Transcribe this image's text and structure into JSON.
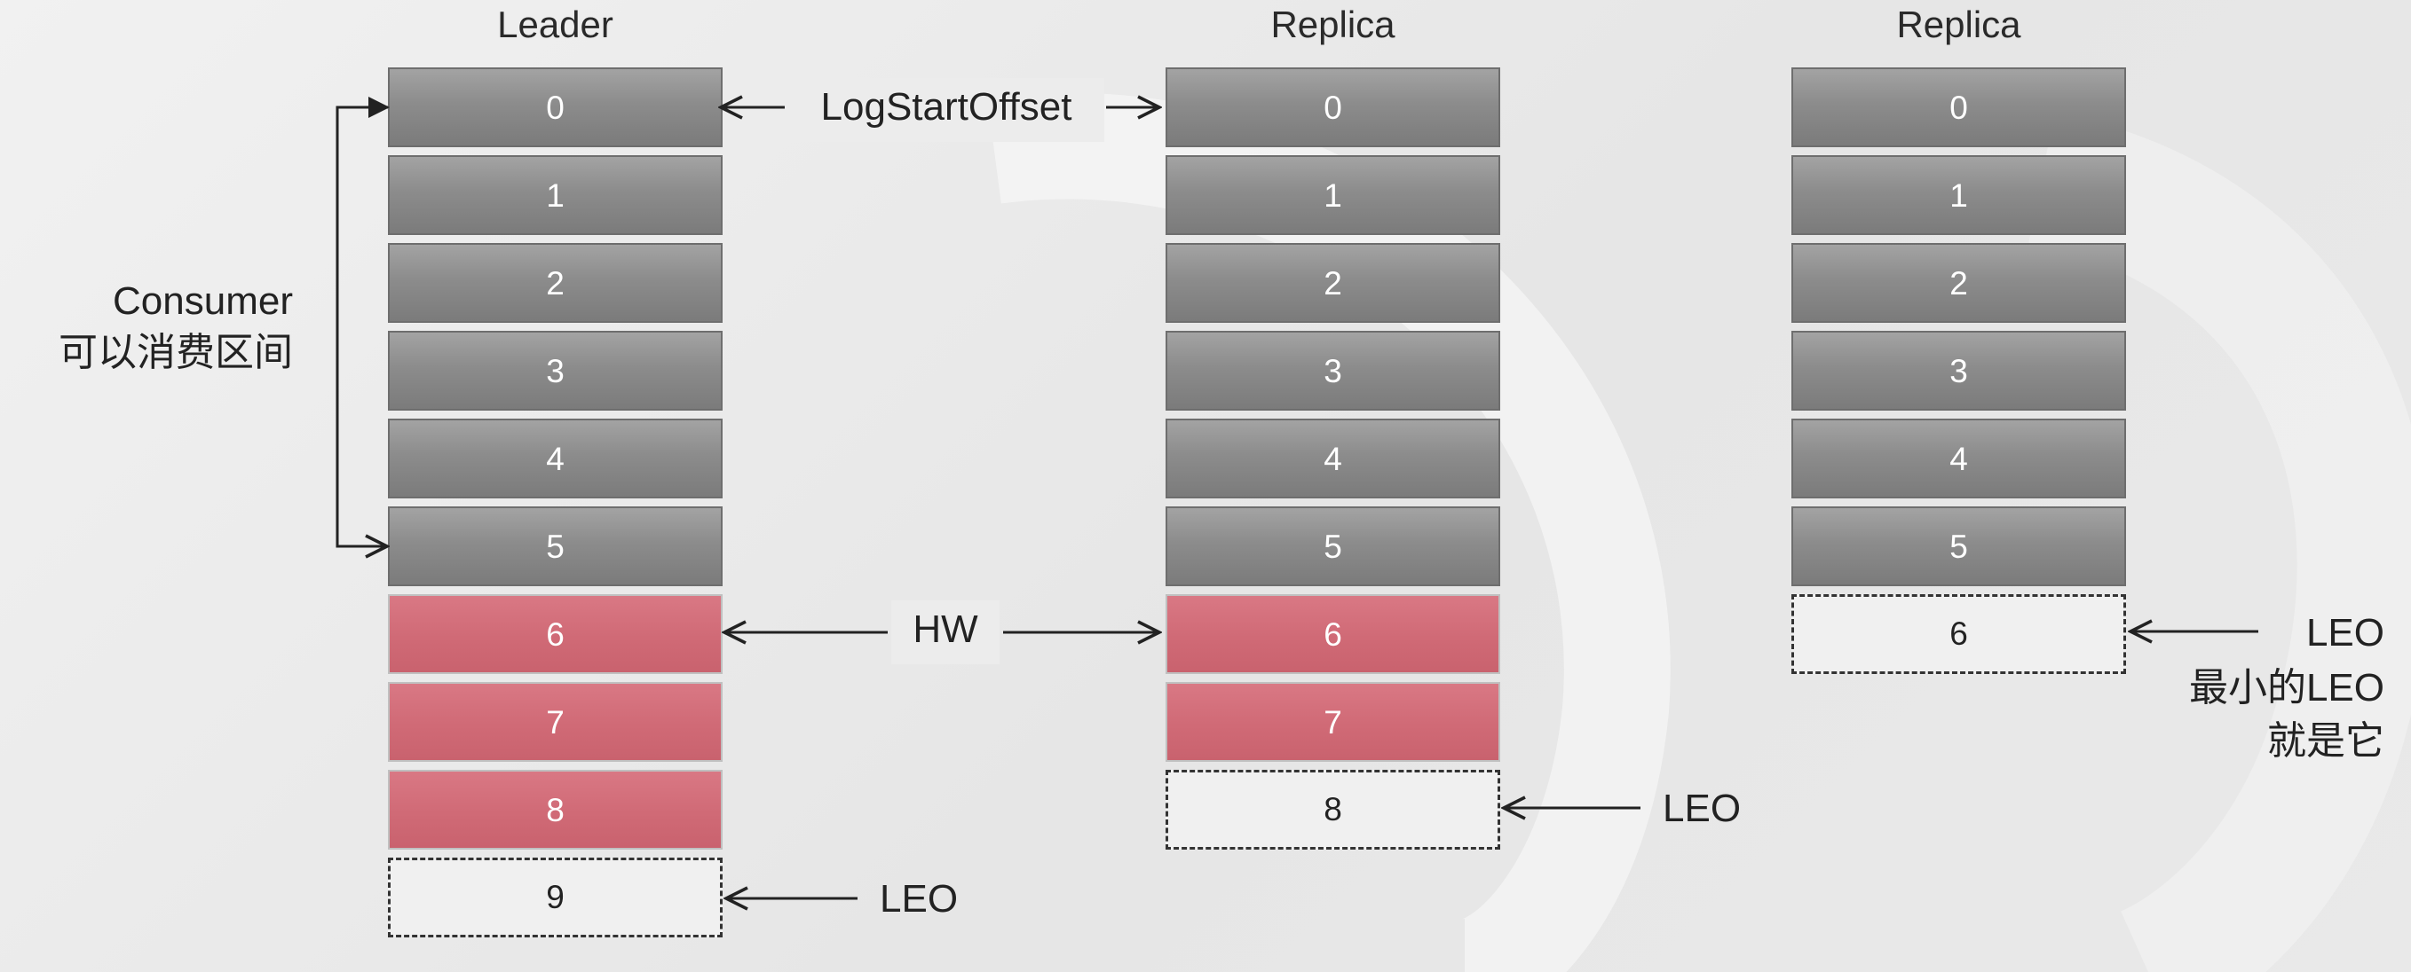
{
  "columns": [
    {
      "title": "Leader",
      "cells": [
        {
          "text": "0",
          "kind": "gray"
        },
        {
          "text": "1",
          "kind": "gray"
        },
        {
          "text": "2",
          "kind": "gray"
        },
        {
          "text": "3",
          "kind": "gray"
        },
        {
          "text": "4",
          "kind": "gray"
        },
        {
          "text": "5",
          "kind": "gray"
        },
        {
          "text": "6",
          "kind": "red"
        },
        {
          "text": "7",
          "kind": "red"
        },
        {
          "text": "8",
          "kind": "red"
        },
        {
          "text": "9",
          "kind": "empty"
        }
      ]
    },
    {
      "title": "Replica",
      "cells": [
        {
          "text": "0",
          "kind": "gray"
        },
        {
          "text": "1",
          "kind": "gray"
        },
        {
          "text": "2",
          "kind": "gray"
        },
        {
          "text": "3",
          "kind": "gray"
        },
        {
          "text": "4",
          "kind": "gray"
        },
        {
          "text": "5",
          "kind": "gray"
        },
        {
          "text": "6",
          "kind": "red"
        },
        {
          "text": "7",
          "kind": "red"
        },
        {
          "text": "8",
          "kind": "empty"
        }
      ]
    },
    {
      "title": "Replica",
      "cells": [
        {
          "text": "0",
          "kind": "gray"
        },
        {
          "text": "1",
          "kind": "gray"
        },
        {
          "text": "2",
          "kind": "gray"
        },
        {
          "text": "3",
          "kind": "gray"
        },
        {
          "text": "4",
          "kind": "gray"
        },
        {
          "text": "5",
          "kind": "gray"
        },
        {
          "text": "6",
          "kind": "empty"
        }
      ]
    }
  ],
  "labels": {
    "log_start_offset": "LogStartOffset",
    "hw": "HW",
    "consumer_line1": "Consumer",
    "consumer_line2": "可以消费区间",
    "leader_leo": "LEO",
    "replica1_leo": "LEO",
    "replica2_leo": "LEO",
    "min_leo_line1": "最小的LEO",
    "min_leo_line2": "就是它"
  },
  "colors": {
    "committed_cell": "#8c8c8c",
    "uncommitted_cell": "#d06a76",
    "pending_cell": "#f0f0f0",
    "arrow": "#222222"
  }
}
